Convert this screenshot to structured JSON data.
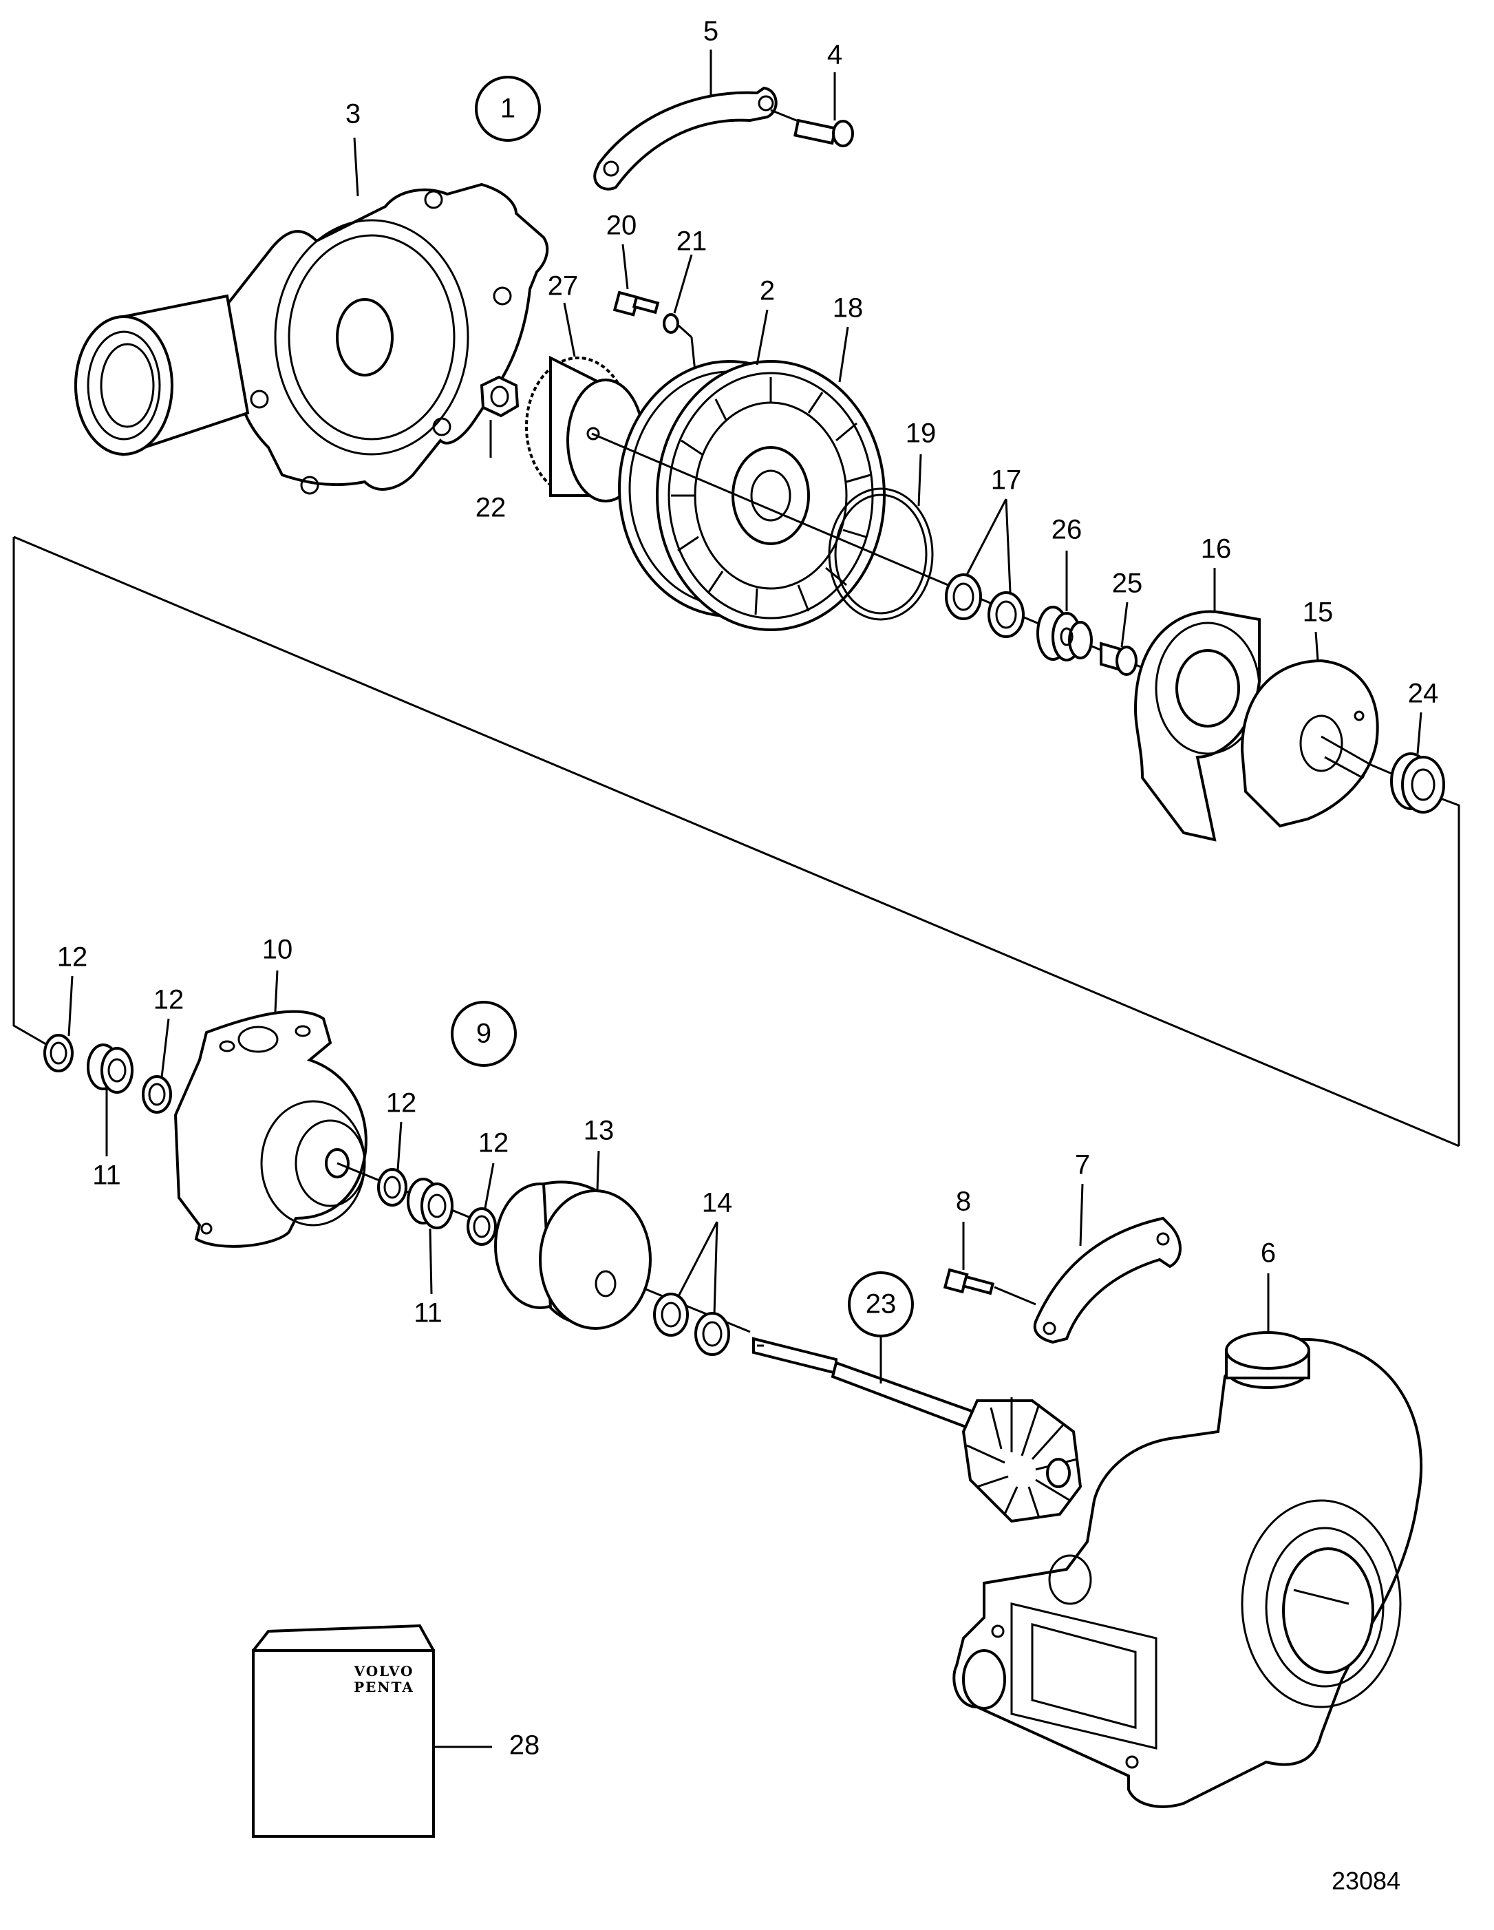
{
  "drawing_number": "23084",
  "group_labels": [
    "1",
    "9",
    "23"
  ],
  "envelope_brand": [
    "VOLVO",
    "PENTA"
  ],
  "callouts": [
    "5",
    "4",
    "3",
    "20",
    "21",
    "27",
    "2",
    "18",
    "19",
    "17",
    "26",
    "25",
    "16",
    "15",
    "24",
    "22",
    "12",
    "10",
    "12",
    "9",
    "11",
    "12",
    "12",
    "13",
    "14",
    "8",
    "7",
    "6",
    "11",
    "23",
    "28"
  ]
}
